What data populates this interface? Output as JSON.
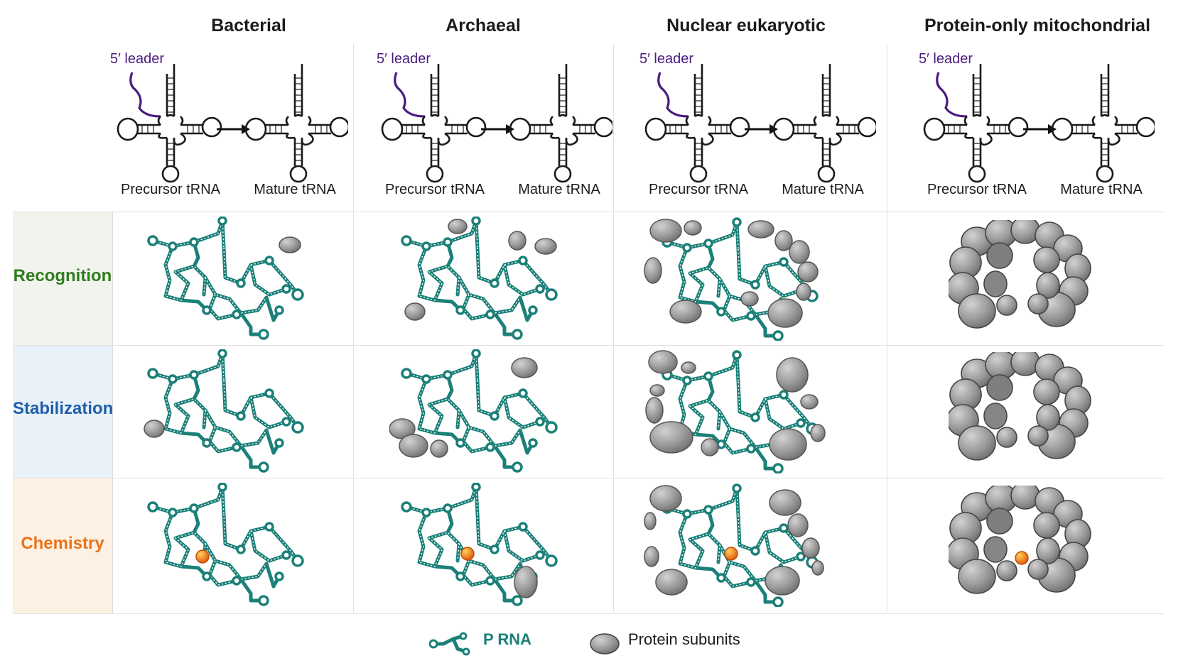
{
  "columns": [
    {
      "title": "Bacterial"
    },
    {
      "title": "Archaeal"
    },
    {
      "title": "Nuclear eukaryotic"
    },
    {
      "title": "Protein-only mitochondrial"
    }
  ],
  "top": {
    "leader_label": "5′ leader",
    "precursor_label": "Precursor tRNA",
    "mature_label": "Mature tRNA",
    "leader_color": "#4a1c80"
  },
  "rows": [
    {
      "label": "Recognition",
      "color": "#2e7d1e",
      "bg": "#f1f4ec"
    },
    {
      "label": "Stabilization",
      "color": "#1f5fa8",
      "bg": "#e9f1f9"
    },
    {
      "label": "Chemistry",
      "color": "#e8741a",
      "bg": "#fdf1e4"
    }
  ],
  "legend": {
    "rna_label": "P RNA",
    "protein_label": "Protein subunits"
  },
  "colors": {
    "rna": "#1b8078",
    "protein": "#9a9a9a",
    "metal": "#f08a1c"
  }
}
